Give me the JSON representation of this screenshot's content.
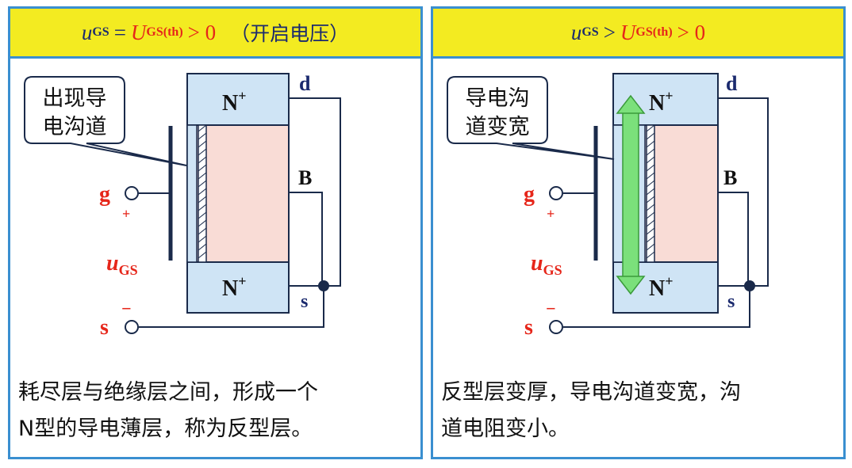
{
  "left_panel": {
    "condition": {
      "u": "u",
      "gs": "GS",
      "eq": "=",
      "U": "U",
      "th": "GS(th)",
      "gt": "> 0",
      "cn": "（开启电压）"
    },
    "callout": [
      "出现导",
      "电沟道"
    ],
    "labels": {
      "n_plus_top": "N",
      "n_plus_bottom": "N",
      "plus_sign": "+",
      "d": "d",
      "b": "B",
      "g": "g",
      "s": "s",
      "gate_plus": "+",
      "u": "u",
      "gs": "GS",
      "s_minus": "−"
    },
    "description": [
      "耗尽层与绝缘层之间，形成一个",
      "N型的导电薄层，称为反型层。"
    ]
  },
  "right_panel": {
    "condition": {
      "u": "u",
      "gs": "GS",
      "gt1": ">",
      "U": "U",
      "th": "GS(th)",
      "gt2": "> 0"
    },
    "callout": [
      "导电沟",
      "道变宽"
    ],
    "labels": {
      "n_plus_top": "N",
      "n_plus_bottom": "N",
      "plus_sign": "+",
      "d": "d",
      "b": "B",
      "g": "g",
      "s": "s",
      "gate_plus": "+",
      "u": "u",
      "gs": "GS",
      "s_minus": "−"
    },
    "description": [
      "反型层变厚，导电沟道变宽，沟",
      "道电阻变小。"
    ]
  },
  "colors": {
    "border": "#3a8fd0",
    "header_bg": "#f3eb21",
    "n_region": "#cfe4f5",
    "p_substrate": "#f9dcd6",
    "channel": "#7be07b",
    "red_label": "#e6261a",
    "navy_label": "#1b2a6e"
  }
}
